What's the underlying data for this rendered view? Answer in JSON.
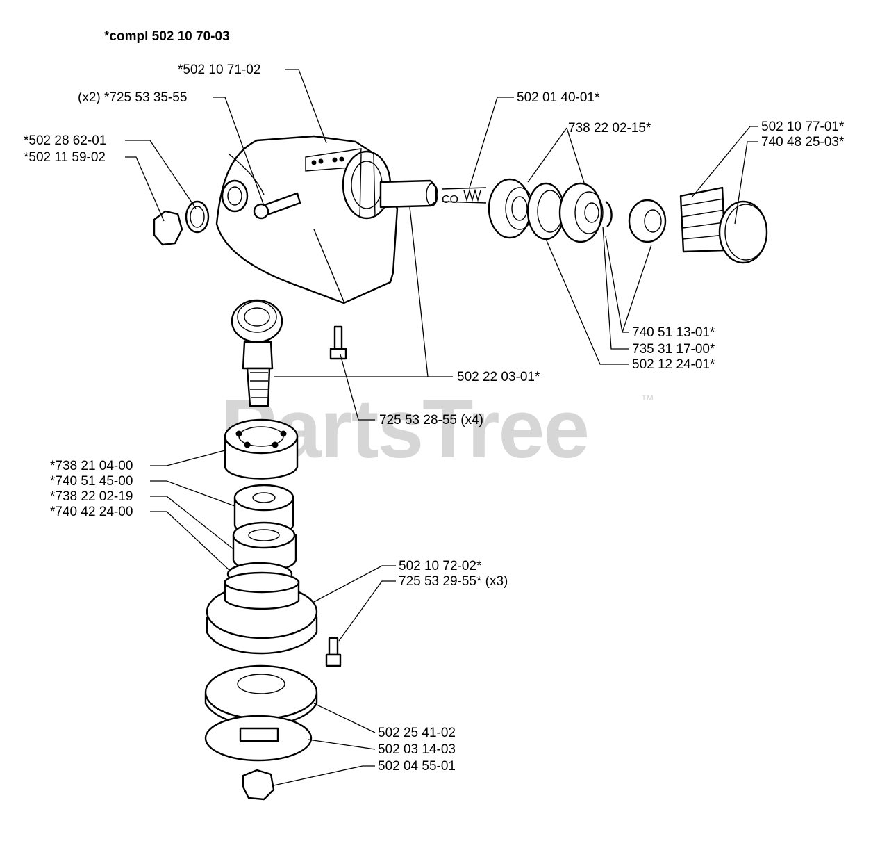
{
  "diagram": {
    "title": "*compl 502 10 70-03",
    "watermark": "PartsTree",
    "watermark_tm": "™",
    "callouts": {
      "c_502_10_71_02": "*502 10 71-02",
      "c_725_53_35_55": "(x2) *725 53 35-55",
      "c_502_28_62_01": "*502 28 62-01",
      "c_502_11_59_02": "*502 11 59-02",
      "c_502_01_40_01": "502 01 40-01*",
      "c_738_22_02_15": "738 22 02-15*",
      "c_502_10_77_01": "502 10 77-01*",
      "c_740_48_25_03": "740 48 25-03*",
      "c_740_51_13_01": "740 51 13-01*",
      "c_735_31_17_00": "735 31 17-00*",
      "c_502_12_24_01": "502 12 24-01*",
      "c_502_22_03_01": "502 22 03-01*",
      "c_725_53_28_55": "725 53 28-55 (x4)",
      "c_738_21_04_00": "*738 21 04-00",
      "c_740_51_45_00": "*740 51 45-00",
      "c_738_22_02_19": "*738 22 02-19",
      "c_740_42_24_00": "*740 42 24-00",
      "c_502_10_72_02": "502 10 72-02*",
      "c_725_53_29_55": "725 53 29-55* (x3)",
      "c_502_25_41_02": "502 25 41-02",
      "c_502_03_14_03": "502 03 14-03",
      "c_502_04_55_01": "502 04 55-01"
    }
  }
}
